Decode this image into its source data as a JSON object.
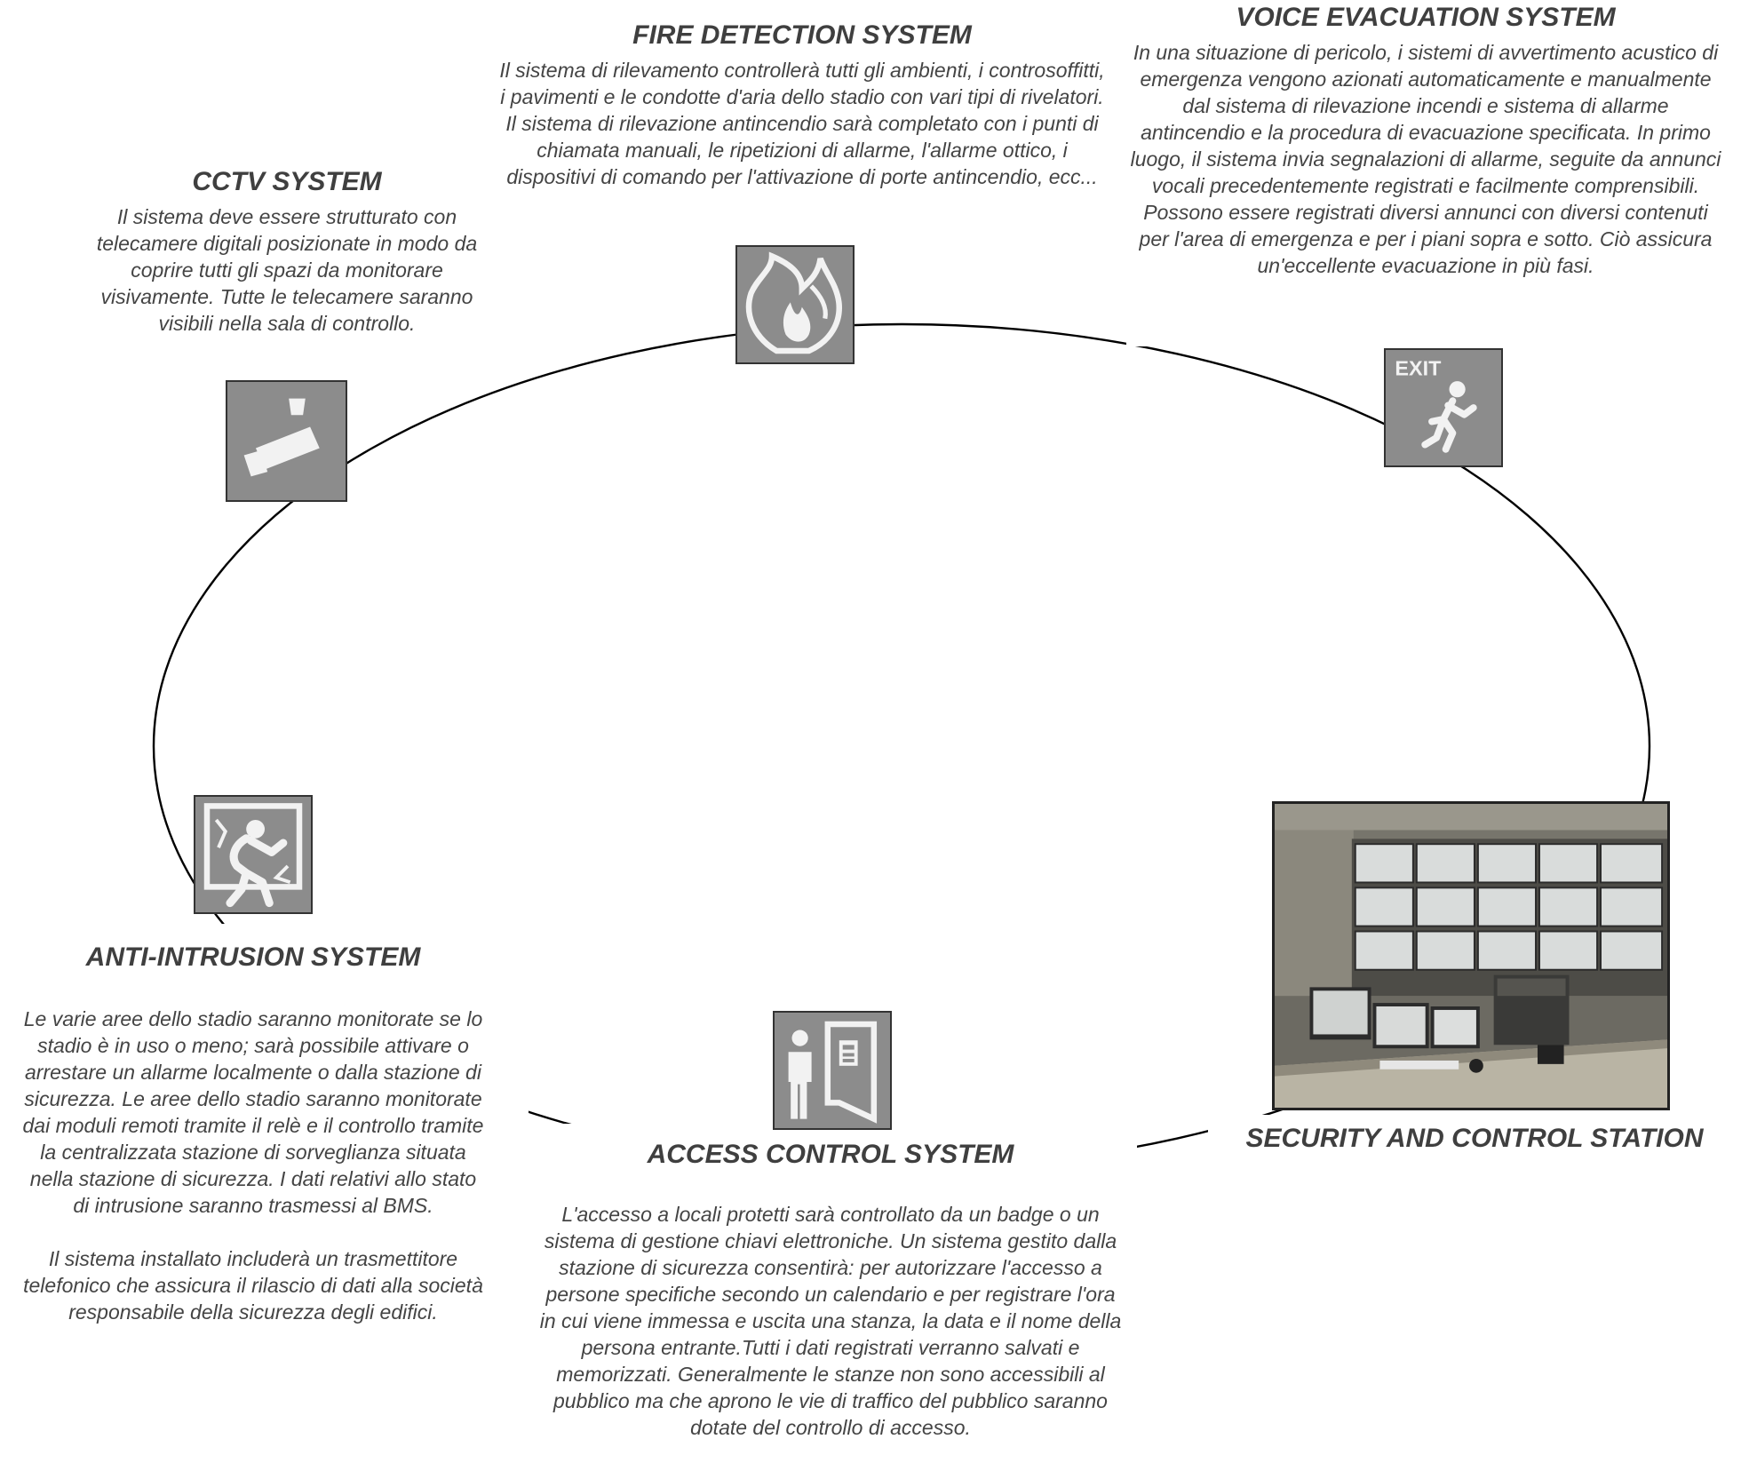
{
  "nodes": {
    "fire": {
      "title": "FIRE DETECTION SYSTEM",
      "description": "Il sistema di rilevamento controllerà tutti gli ambienti, i controsoffitti, i pavimenti e le condotte d'aria dello stadio con vari tipi di rivelatori. Il sistema di rilevazione antincendio sarà completato con i punti di chiamata manuali, le ripetizioni di allarme, l'allarme ottico, i dispositivi di comando per l'attivazione di porte antincendio, ecc...",
      "icon": "flame-icon"
    },
    "voice": {
      "title": "VOICE EVACUATION SYSTEM",
      "description": "In una situazione di pericolo, i sistemi di avvertimento acustico di emergenza vengono azionati automaticamente e manualmente dal sistema di rilevazione incendi e sistema di allarme antincendio e la procedura di evacuazione specificata. In primo luogo, il sistema invia segnalazioni di allarme, seguite da annunci vocali precedentemente registrati e facilmente comprensibili. Possono essere registrati diversi annunci con diversi contenuti per l'area di emergenza e per i piani sopra e sotto. Ciò assicura un'eccellente evacuazione in più fasi.",
      "icon": "exit-sign-icon",
      "icon_text": "EXIT"
    },
    "cctv": {
      "title": "CCTV SYSTEM",
      "description": "Il sistema deve essere strutturato con telecamere digitali posizionate in modo da coprire tutti gli spazi da monitorare visivamente. Tutte le telecamere saranno visibili nella sala di controllo.",
      "icon": "camera-icon"
    },
    "intrusion": {
      "title": "ANTI-INTRUSION SYSTEM",
      "description": "Le varie aree dello stadio saranno monitorate se lo stadio è in uso o meno; sarà possibile attivare o arrestare un allarme localmente o dalla stazione di sicurezza. Le aree dello stadio saranno monitorate dai moduli remoti tramite il relè e il controllo tramite la centralizzata stazione di sorveglianza situata nella stazione di sicurezza. I dati relativi allo stato di intrusione saranno trasmessi al BMS.",
      "description2": "Il sistema installato includerà un trasmettitore telefonico che assicura il rilascio di dati alla società responsabile della sicurezza degli edifici.",
      "icon": "intruder-window-icon"
    },
    "access": {
      "title": "ACCESS CONTROL SYSTEM",
      "description": "L'accesso a locali protetti sarà controllato da un badge o un sistema di gestione chiavi elettroniche. Un sistema gestito dalla stazione di sicurezza consentirà: per autorizzare l'accesso a persone specifiche secondo un calendario e per registrare l'ora in cui viene immessa e uscita una stanza, la data e il nome della persona entrante.Tutti i dati registrati verranno salvati e memorizzati. Generalmente le stanze non sono accessibili al pubblico ma che aprono le vie di  traffico del pubblico saranno dotate del controllo di accesso.",
      "icon": "door-access-icon"
    },
    "station": {
      "title": "SECURITY AND CONTROL STATION",
      "image": "control-room-photo"
    }
  },
  "colors": {
    "icon_bg": "#8c8c8c",
    "icon_fg": "#f2f2f2",
    "text": "#444444"
  }
}
